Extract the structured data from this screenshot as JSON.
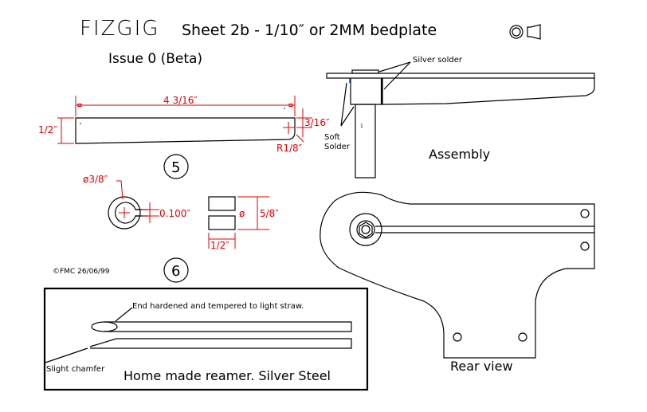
{
  "sheet": {
    "title": "FIZGIG",
    "subtitle": "Sheet 2b - 1/10″ or 2MM bedplate",
    "projection_symbol": "third-angle-projection-icon",
    "issue": "Issue 0 (Beta)",
    "copyright": "©FMC 26/06/99"
  },
  "colors": {
    "line": "#000000",
    "dimension": "#e00000",
    "solder_highlight": "#0040ff",
    "background": "#ffffff"
  },
  "part5": {
    "balloon": "5",
    "length_dim": "4 3/16″",
    "height_dim": "1/2″",
    "hole_offset_dim": "3/16″",
    "radius_dim": "R1/8″"
  },
  "part6": {
    "balloon": "6",
    "washer_dia_dim": "ø3/8″",
    "slot_width_dim": "0.100″",
    "diameter_symbol": "ø",
    "block_height_dim": "5/8″",
    "block_width_dim": "1/2″"
  },
  "assembly": {
    "label": "Assembly",
    "silver_solder_note": "Silver solder",
    "soft_solder_note_line1": "Soft",
    "soft_solder_note_line2": "Solder"
  },
  "rear_view": {
    "label": "Rear view"
  },
  "reamer": {
    "end_note": "End hardened and tempered to light straw.",
    "chamfer_note": "Slight chamfer",
    "caption": "Home made reamer.  Silver Steel"
  }
}
